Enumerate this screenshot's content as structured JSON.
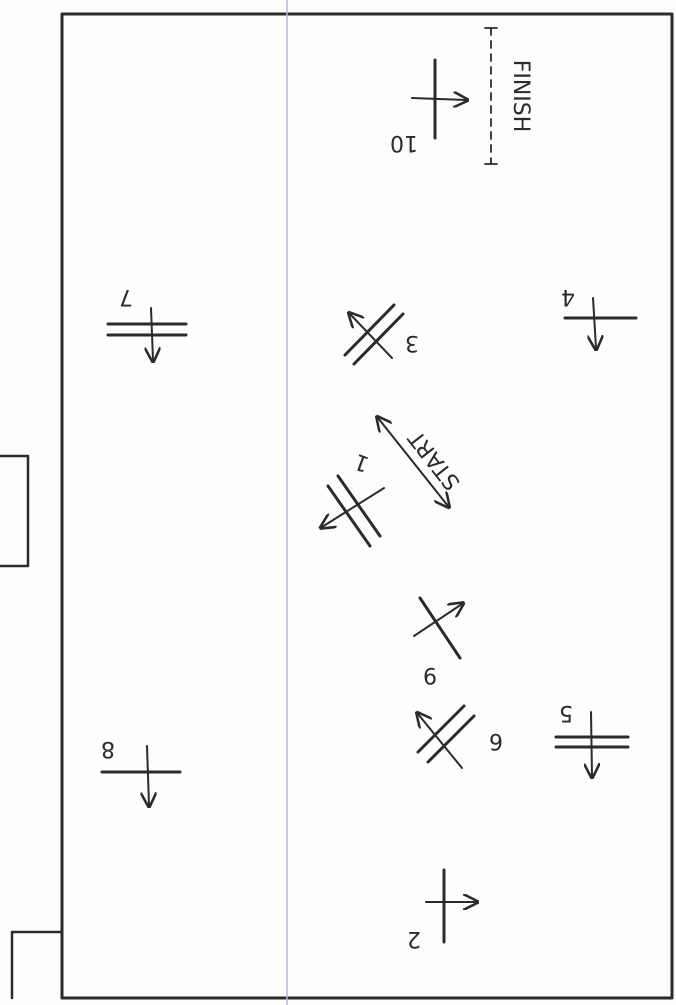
{
  "labels": {
    "finish": "FINISH",
    "start": "START",
    "n1": "1",
    "n2": "2",
    "n3": "3",
    "n4": "4",
    "n5": "5",
    "n6": "6",
    "n7": "7",
    "n8": "8",
    "n9": "9",
    "n10": "10"
  }
}
